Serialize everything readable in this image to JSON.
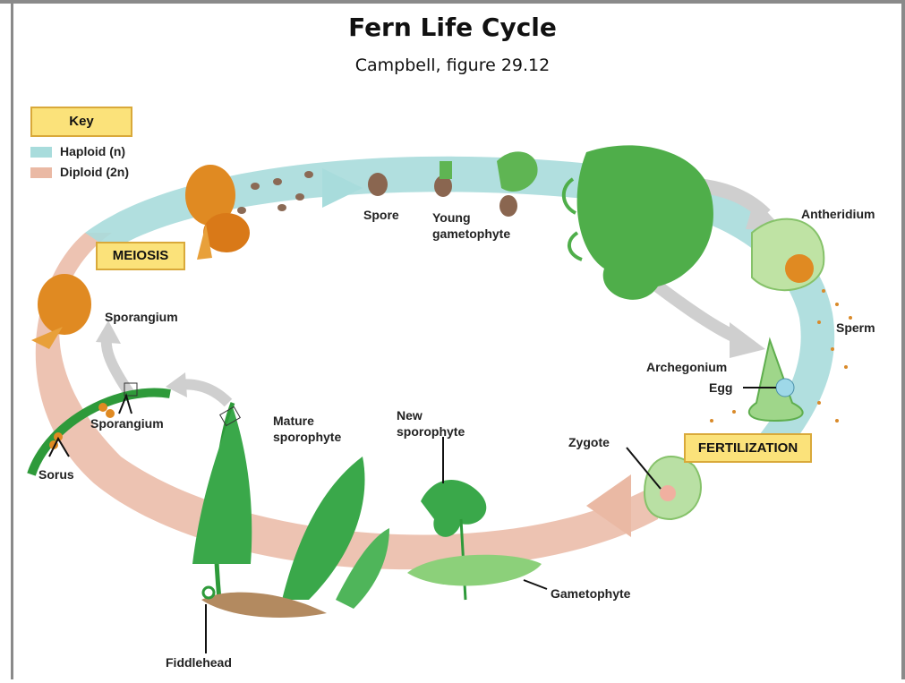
{
  "title": "Fern Life Cycle",
  "subtitle": "Campbell, figure 29.12",
  "key": {
    "label": "Key",
    "haploid": "Haploid (n)",
    "diploid": "Diploid (2n)",
    "haploid_color": "#a8dcdc",
    "diploid_color": "#eab9a4"
  },
  "stages": {
    "meiosis": "MEIOSIS",
    "fertilization": "FERTILIZATION"
  },
  "labels": {
    "spore": "Spore",
    "young_gametophyte_1": "Young",
    "young_gametophyte_2": "gametophyte",
    "antheridium": "Antheridium",
    "sperm": "Sperm",
    "archegonium": "Archegonium",
    "egg": "Egg",
    "zygote": "Zygote",
    "new_sporophyte_1": "New",
    "new_sporophyte_2": "sporophyte",
    "gametophyte": "Gametophyte",
    "mature_sporophyte_1": "Mature",
    "mature_sporophyte_2": "sporophyte",
    "fiddlehead": "Fiddlehead",
    "sporangium_top": "Sporangium",
    "sporangium_leaf": "Sporangium",
    "sorus": "Sorus"
  }
}
